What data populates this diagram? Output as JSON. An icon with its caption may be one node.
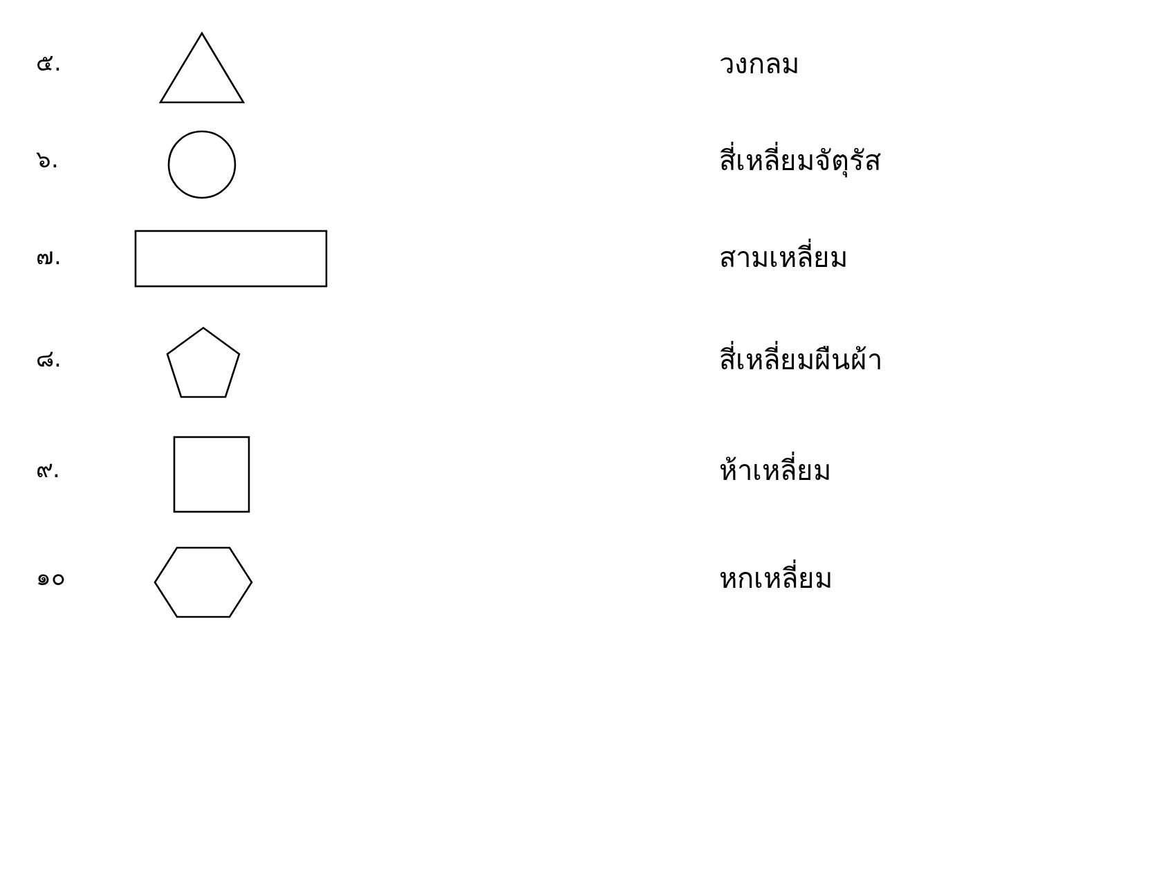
{
  "diagram": {
    "labels": [
      "๕.",
      "วงกลม",
      "๖.",
      "สี่เหลี่ยมจัตุรัส",
      "๗.",
      "สามเหลี่ยม",
      "๘.",
      "สี่เหลี่ยมผืนผ้า",
      "๙.",
      "ห้าเหลี่ยม",
      "๑๐",
      "หกเหลี่ยม"
    ]
  }
}
